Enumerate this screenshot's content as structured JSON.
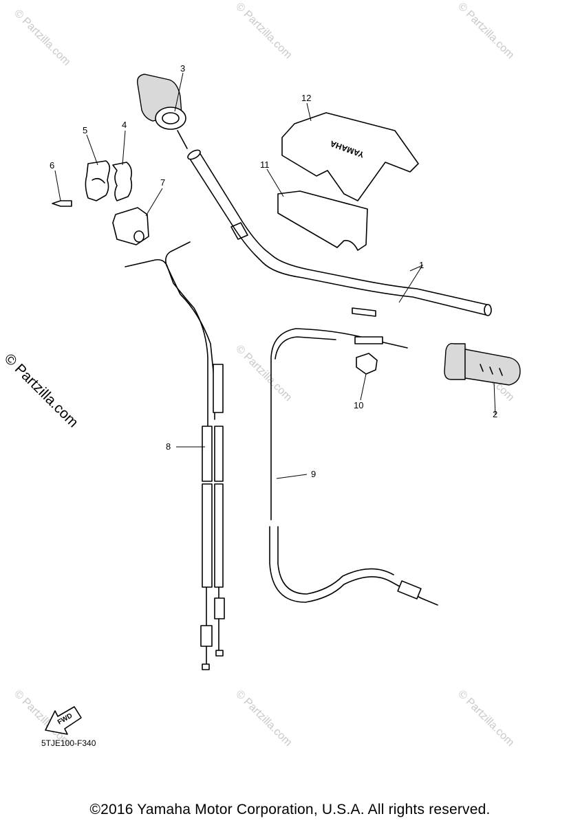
{
  "watermark": "© Partzilla.com",
  "callouts": [
    "1",
    "2",
    "3",
    "4",
    "5",
    "6",
    "7",
    "8",
    "9",
    "10",
    "11",
    "12"
  ],
  "pad_logo": "YAMAHA",
  "fwd_label": "FWD",
  "diagram_code": "5TJE100-F340",
  "copyright": "©2016 Yamaha Motor Corporation, U.S.A. All rights reserved."
}
